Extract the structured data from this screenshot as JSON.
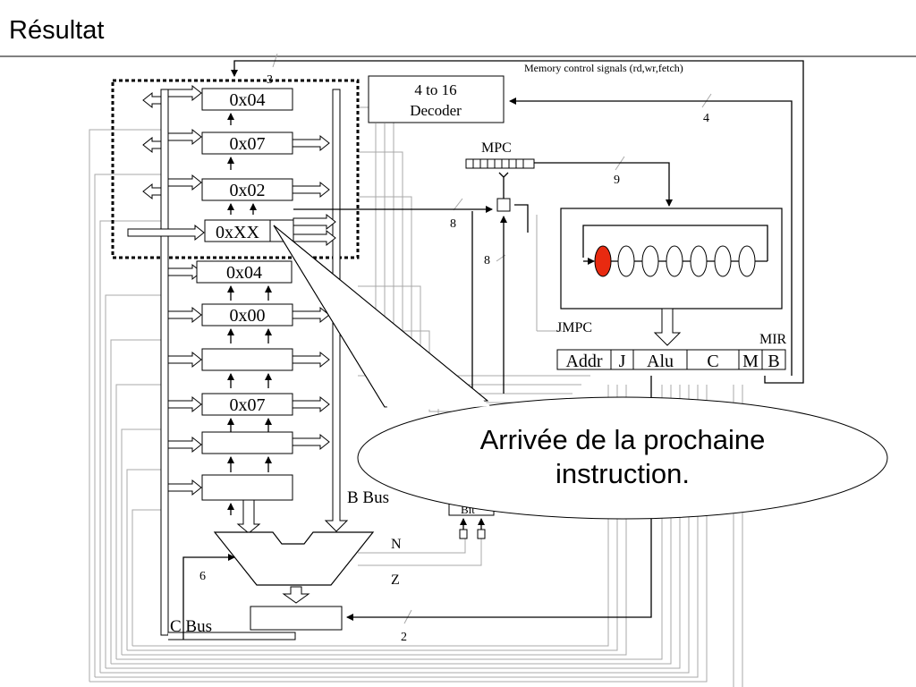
{
  "slide": {
    "title": "Résultat"
  },
  "registers": [
    {
      "value": "0x04"
    },
    {
      "value": "0x07"
    },
    {
      "value": "0x02"
    },
    {
      "value": "0xXX"
    },
    {
      "value": "0x04"
    },
    {
      "value": "0x00"
    },
    {
      "value": ""
    },
    {
      "value": "0x07"
    },
    {
      "value": ""
    },
    {
      "value": ""
    }
  ],
  "labels": {
    "decoder_line1": "4 to 16",
    "decoder_line2": "Decoder",
    "memory_signals": "Memory control signals (rd,wr,fetch)",
    "mpc": "MPC",
    "jmpc": "JMPC",
    "mir": "MIR",
    "b_bus": "B Bus",
    "c_bus": "C Bus",
    "n_flag": "N",
    "z_flag": "Z",
    "bits_3": "3",
    "bits_4": "4",
    "bits_9": "9",
    "bits_8a": "8",
    "bits_8b": "8",
    "bits_6": "6",
    "bits_2": "2",
    "bit_box": "Bit"
  },
  "mir_fields": [
    "Addr",
    "J",
    "Alu",
    "C",
    "M",
    "B"
  ],
  "callout": {
    "line1": "Arrivée de la prochaine",
    "line2": "instruction."
  },
  "colors": {
    "active_state": "#e82a10"
  }
}
